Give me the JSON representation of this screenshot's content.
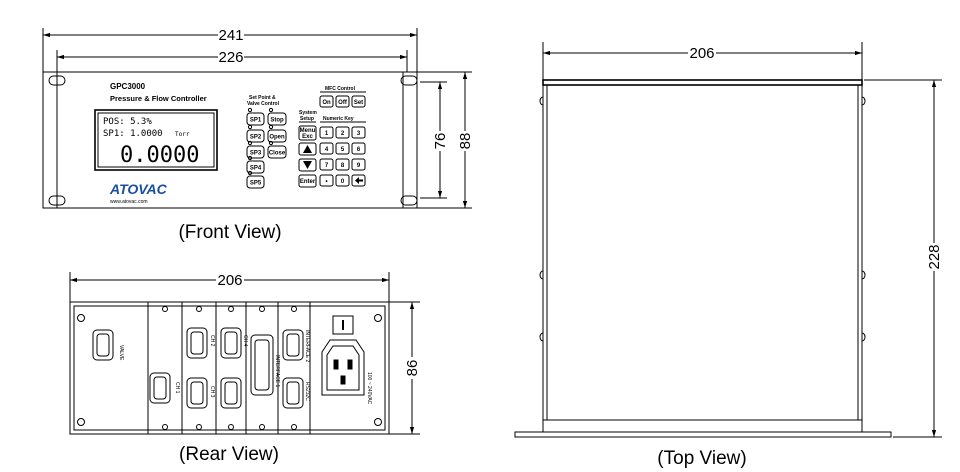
{
  "dimensions": {
    "front_overall_width": "241",
    "front_panel_width": "226",
    "front_inner_height": "76",
    "front_height": "88",
    "rear_width": "206",
    "rear_height": "86",
    "top_width": "206",
    "top_depth": "228"
  },
  "captions": {
    "front": "(Front View)",
    "rear": "(Rear View)",
    "top": "(Top View)"
  },
  "front_panel": {
    "model": "GPC3000",
    "subtitle": "Pressure & Flow Controller",
    "display_pos": "POS:   5.3%",
    "display_sp": "SP1: 1.0000",
    "display_unit": "Torr",
    "display_value": "0.0000",
    "brand": "ATOVAC",
    "website": "www.atovac.com",
    "setpoint_label_1": "Set Point &",
    "setpoint_label_2": "Valve Control",
    "mfc_label": "MFC Control",
    "system_label_1": "System",
    "system_label_2": "Setup",
    "numeric_label": "Numeric Key",
    "btn_sp1": "SP1",
    "btn_sp2": "SP2",
    "btn_sp3": "SP3",
    "btn_sp4": "SP4",
    "btn_sp5": "SP5",
    "btn_stop": "Stop",
    "btn_open": "Open",
    "btn_close": "Close",
    "btn_on": "On",
    "btn_off": "Off",
    "btn_set": "Set",
    "btn_menu_1": "Menu",
    "btn_menu_2": "Exc",
    "btn_enter": "Enter",
    "key_1": "1",
    "key_2": "2",
    "key_3": "3",
    "key_4": "4",
    "key_5": "5",
    "key_6": "6",
    "key_7": "7",
    "key_8": "8",
    "key_9": "9",
    "key_dot": "•",
    "key_0": "0"
  },
  "rear_panel": {
    "valve": "VALVE",
    "ch1": "CH 1",
    "ch2": "CH 2",
    "ch3": "CH 3",
    "ch4": "CH 4",
    "interface1": "INTERFACE 1",
    "interface2": "INTERFACE 2",
    "rs232": "RS232C",
    "power": "100 ~ 240VAC"
  }
}
